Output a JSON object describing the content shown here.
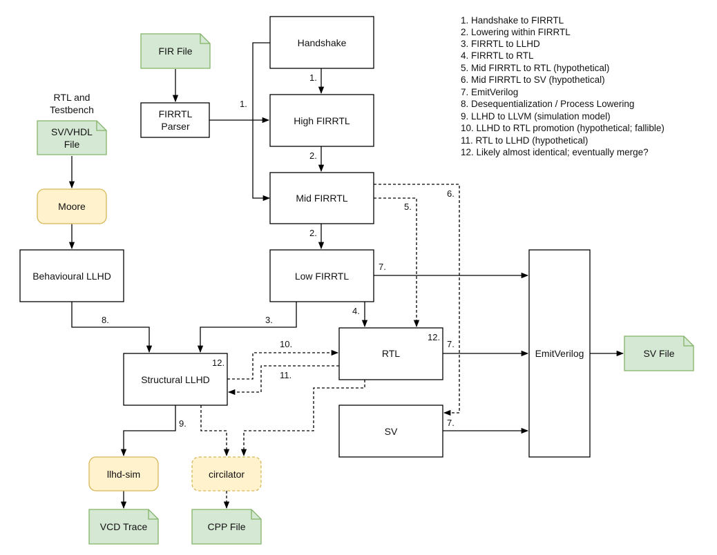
{
  "nodes": {
    "handshake": "Handshake",
    "high_firrtl": "High FIRRTL",
    "mid_firrtl": "Mid FIRRTL",
    "low_firrtl": "Low FIRRTL",
    "rtl": "RTL",
    "sv": "SV",
    "emit_verilog": "EmitVerilog",
    "sv_file": "SV File",
    "fir_file": "FIR File",
    "firrtl_parser": [
      "FIRRTL",
      "Parser"
    ],
    "rtl_testbench": [
      "RTL and",
      "Testbench"
    ],
    "sv_vhdl_file": [
      "SV/VHDL",
      "File"
    ],
    "moore": "Moore",
    "behavioural_llhd": "Behavioural LLHD",
    "structural_llhd": "Structural LLHD",
    "llhd_sim": "llhd-sim",
    "circilator": "circilator",
    "vcd_trace": "VCD Trace",
    "cpp_file": "CPP File"
  },
  "edge_labels": {
    "handshake_high": "1.",
    "parser_high": "1.",
    "high_mid": "2.",
    "mid_low": "2.",
    "mid_rtl": "5.",
    "mid_sv": "6.",
    "low_emit": "7.",
    "low_rtl": "4.",
    "low_struct": "3.",
    "behav_struct": "8.",
    "struct_rtl": "10.",
    "rtl_struct": "11.",
    "rtl_corner": "12.",
    "struct_corner": "12.",
    "rtl_emit": "7.",
    "sv_emit": "7.",
    "struct_sim": "9."
  },
  "legend": [
    "1. Handshake to FIRRTL",
    "2. Lowering within FIRRTL",
    "3. FIRRTL to LLHD",
    "4. FIRRTL to RTL",
    "5. Mid FIRRTL to RTL (hypothetical)",
    "6. Mid FIRRTL to SV (hypothetical)",
    "7. EmitVerilog",
    "8. Desequentialization / Process Lowering",
    "9. LLHD to LLVM (simulation model)",
    "10. LLHD to RTL promotion (hypothetical; fallible)",
    "11. RTL to LLHD (hypothetical)",
    "12. Likely almost identical; eventually merge?"
  ],
  "colors": {
    "file_fill": "#d5e8d4",
    "file_stroke": "#82b366",
    "tool_fill": "#fff2cc",
    "tool_stroke": "#d6b656",
    "box_stroke": "#000000"
  }
}
